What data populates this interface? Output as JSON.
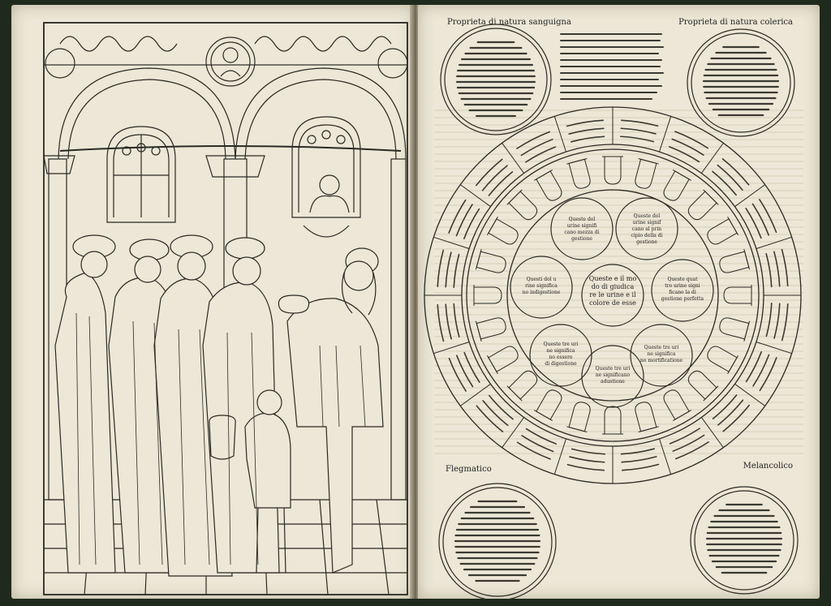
{
  "right_page": {
    "header_left": "Proprieta di natura sanguigna",
    "header_right": "Proprieta di natura colerica",
    "label_bottom_left": "Flegmatico",
    "label_bottom_right": "Melancolico",
    "center_circle": [
      "Queste e il mo",
      "do di giudica",
      "re le urine e il",
      "colore de esse"
    ],
    "inner_circles": [
      [
        "Queste dol",
        "urine signifi",
        "cano mezza di",
        "gestione"
      ],
      [
        "Queste dol",
        "urine signif",
        "cano al prin",
        "cipio della di",
        "gestione"
      ],
      [
        "Queste quat",
        "tro urine signi",
        "ficano la di",
        "gestione perfetta"
      ],
      [
        "Queste tre uri",
        "ne significa",
        "no mortificatione"
      ],
      [
        "Queste tre uri",
        "ne significano",
        "adustione"
      ],
      [
        "Queste tre uri",
        "ne significa",
        "no essere",
        "di digestione"
      ],
      [
        "Questi dol u",
        "rine significa",
        "no indigestione"
      ]
    ]
  }
}
